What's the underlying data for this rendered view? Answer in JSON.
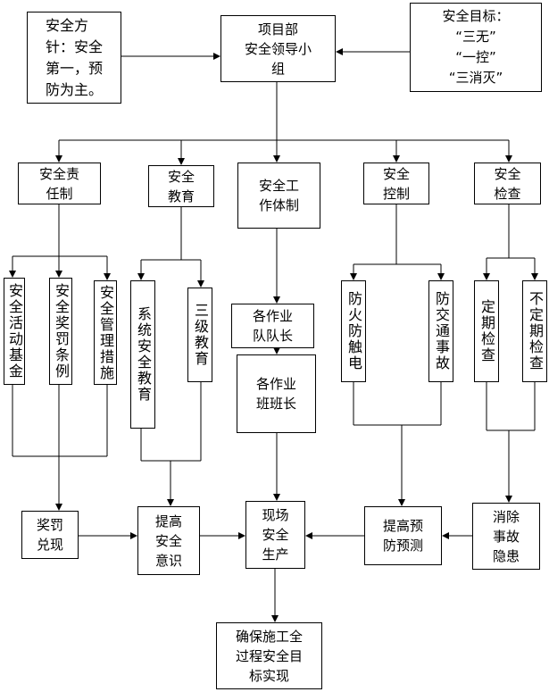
{
  "diagram": {
    "policy_box": "安全方\n针：安全\n第一，预\n防为主。",
    "leader_box": "项目部\n安全领导小\n组",
    "goal_box": "安全目标：\n“三无”\n“一控”\n“三消灭”",
    "branches": {
      "responsibility": "安全责\n任制",
      "education": "安全\n教育",
      "work_system": "安全工\n作体制",
      "control": "安全\n控制",
      "inspection": "安全\n检查"
    },
    "leaves": {
      "fund": "安全活动基金",
      "reward_rules": "安全奖罚条例",
      "measures": "安全管理措施",
      "system_edu": "系统安全教育",
      "three_level": "三级教育",
      "fire_electric": "防火防触电",
      "traffic": "防交通事故",
      "regular": "定期检查",
      "irregular": "不定期检查"
    },
    "captain_box": "各作业\n队队长",
    "team_leader_box": "各作业\n班班长",
    "reward_box": "奖罚\n兑现",
    "awareness_box": "提高\n安全\n意识",
    "site_box": "现场\n安全\n生产",
    "prediction_box": "提高预\n防预测",
    "hazard_box": "消除\n事故\n隐患",
    "final_box": "确保施工全\n过程安全目\n标实现"
  }
}
